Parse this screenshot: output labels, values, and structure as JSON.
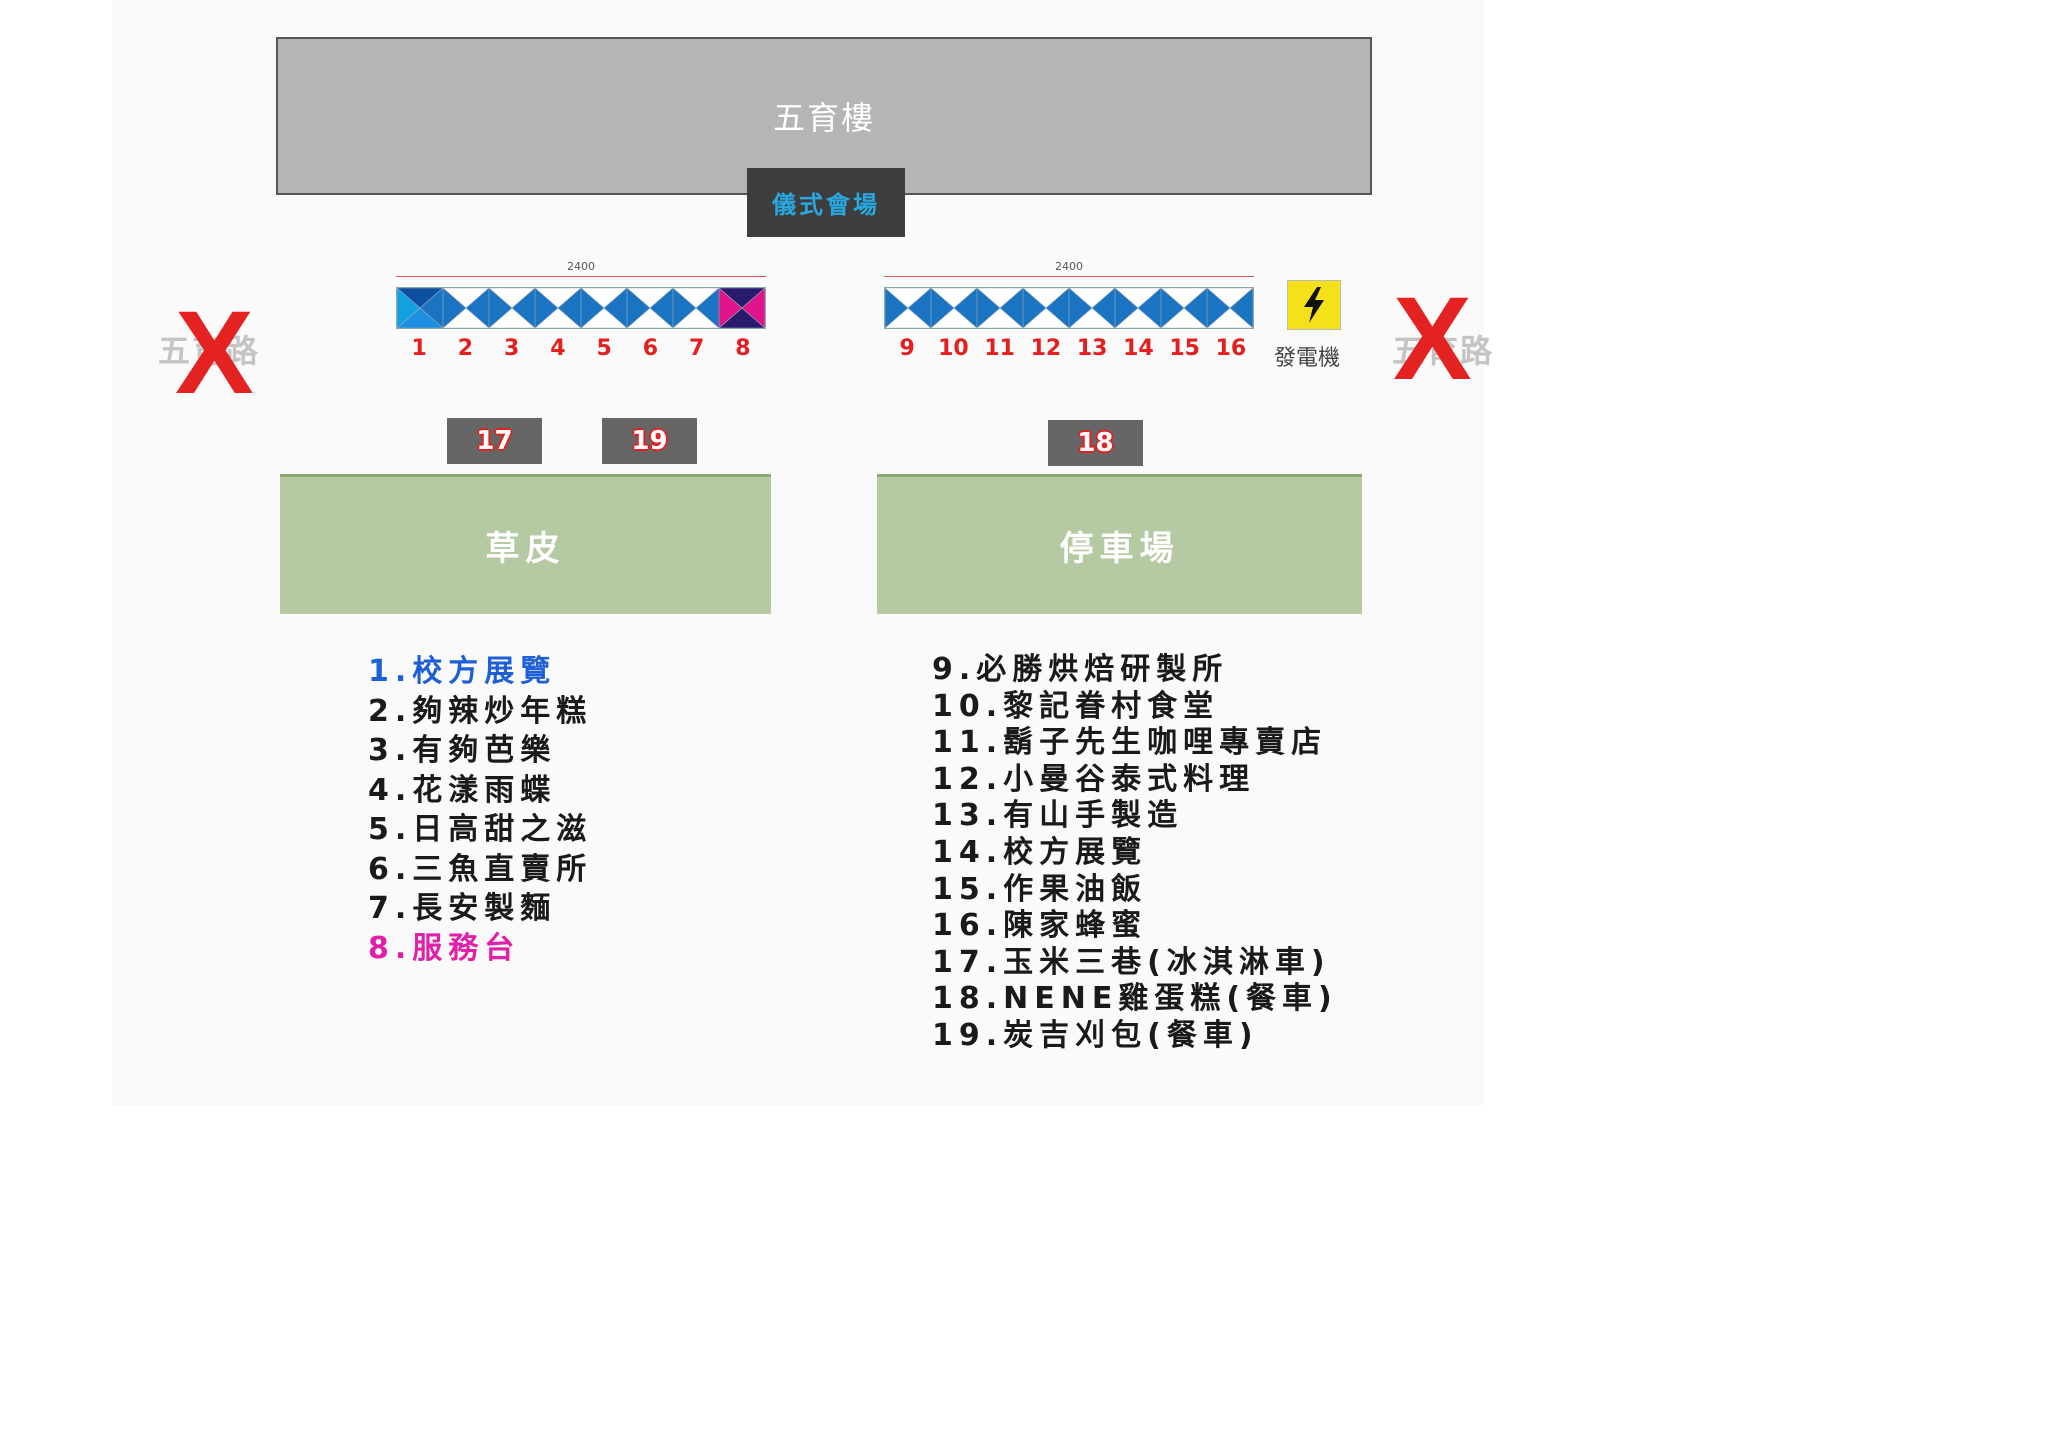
{
  "building": {
    "label": "五育樓",
    "color": "#b5b5b5"
  },
  "ceremony": {
    "label": "儀式會場",
    "color": "#29a8e0"
  },
  "roads": {
    "left": "五育路",
    "right": "五育路"
  },
  "closed_mark": "X",
  "dimensions": {
    "left": "2400",
    "right": "2400"
  },
  "stalls_left": [
    {
      "number": "1",
      "style": "blue-dark"
    },
    {
      "number": "2",
      "style": "standard"
    },
    {
      "number": "3",
      "style": "standard"
    },
    {
      "number": "4",
      "style": "standard"
    },
    {
      "number": "5",
      "style": "standard"
    },
    {
      "number": "6",
      "style": "standard"
    },
    {
      "number": "7",
      "style": "standard"
    },
    {
      "number": "8",
      "style": "magenta"
    }
  ],
  "stalls_right": [
    {
      "number": "9",
      "style": "standard"
    },
    {
      "number": "10",
      "style": "standard"
    },
    {
      "number": "11",
      "style": "standard"
    },
    {
      "number": "12",
      "style": "standard"
    },
    {
      "number": "13",
      "style": "standard"
    },
    {
      "number": "14",
      "style": "standard"
    },
    {
      "number": "15",
      "style": "standard"
    },
    {
      "number": "16",
      "style": "standard"
    }
  ],
  "generator": {
    "label": "發電機",
    "icon": "lightning-icon"
  },
  "food_trucks": {
    "t17": "17",
    "t19": "19",
    "t18": "18"
  },
  "areas": {
    "lawn": "草皮",
    "parking": "停車場"
  },
  "legend_left": [
    {
      "text": "1.校方展覽",
      "color": "#1f5fd6"
    },
    {
      "text": "2.夠辣炒年糕",
      "color": "#1a1a1a"
    },
    {
      "text": "3.有夠芭樂",
      "color": "#1a1a1a"
    },
    {
      "text": "4.花漾雨蝶",
      "color": "#1a1a1a"
    },
    {
      "text": "5.日高甜之滋",
      "color": "#1a1a1a"
    },
    {
      "text": "6.三魚直賣所",
      "color": "#1a1a1a"
    },
    {
      "text": "7.長安製麵",
      "color": "#1a1a1a"
    },
    {
      "text": "8.服務台",
      "color": "#e020a8"
    }
  ],
  "legend_right": [
    "9.必勝烘焙研製所",
    "10.黎記眷村食堂",
    "11.鬍子先生咖哩專賣店",
    "12.小曼谷泰式料理",
    "13.有山手製造",
    "14.校方展覽",
    "15.作果油飯",
    "16.陳家蜂蜜",
    "17.玉米三巷(冰淇淋車)",
    "18.NENE雞蛋糕(餐車)",
    "19.炭吉刈包(餐車)"
  ],
  "colors": {
    "stall_blue": "#1a74c2",
    "stall_magenta": "#e0158c",
    "number_red": "#e51e1e",
    "closed_red": "#e52222",
    "green_area": "#b5c9a3"
  }
}
